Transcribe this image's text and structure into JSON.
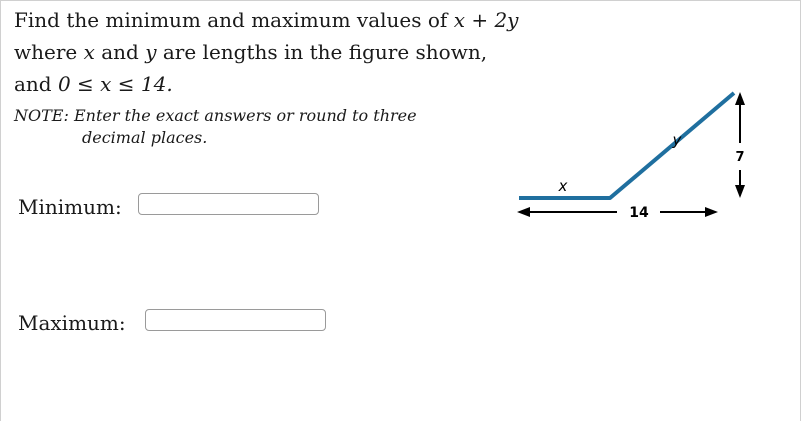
{
  "problem": {
    "line1_prefix": "Find the minimum and maximum values of ",
    "line1_expr": "x + 2y",
    "line2_part1": "where ",
    "line2_x": "x",
    "line2_part2": " and ",
    "line2_y": "y",
    "line2_part3": " are lengths in the figure shown,",
    "line3_prefix": "and ",
    "line3_expr": "0 ≤ x ≤ 14.",
    "note_label": "NOTE:",
    "note_line1": "Enter the exact answers or round to three",
    "note_line2": "decimal places."
  },
  "answers": {
    "minimum_label": "Minimum:",
    "minimum_value": "",
    "maximum_label": "Maximum:",
    "maximum_value": ""
  },
  "figure": {
    "x_label": "x",
    "y_label": "y",
    "width_label": "14",
    "height_label": "7",
    "line_color": "#1f6f9f"
  }
}
